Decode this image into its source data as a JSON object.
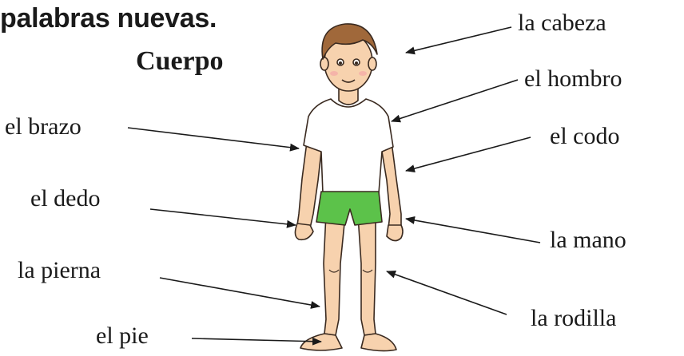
{
  "heading": "palabras nuevas.",
  "subheading": "Cuerpo",
  "labels": {
    "head": "la cabeza",
    "shoulder": "el hombro",
    "elbow": "el codo",
    "hand": "la mano",
    "knee": "la rodilla",
    "arm": "el brazo",
    "finger": "el dedo",
    "leg": "la pierna",
    "foot": "el pie"
  },
  "colors": {
    "skin": "#f7d2ae",
    "hair": "#a0683a",
    "shirt": "#ffffff",
    "shorts": "#5cc24a",
    "line": "#1a1a1a"
  }
}
